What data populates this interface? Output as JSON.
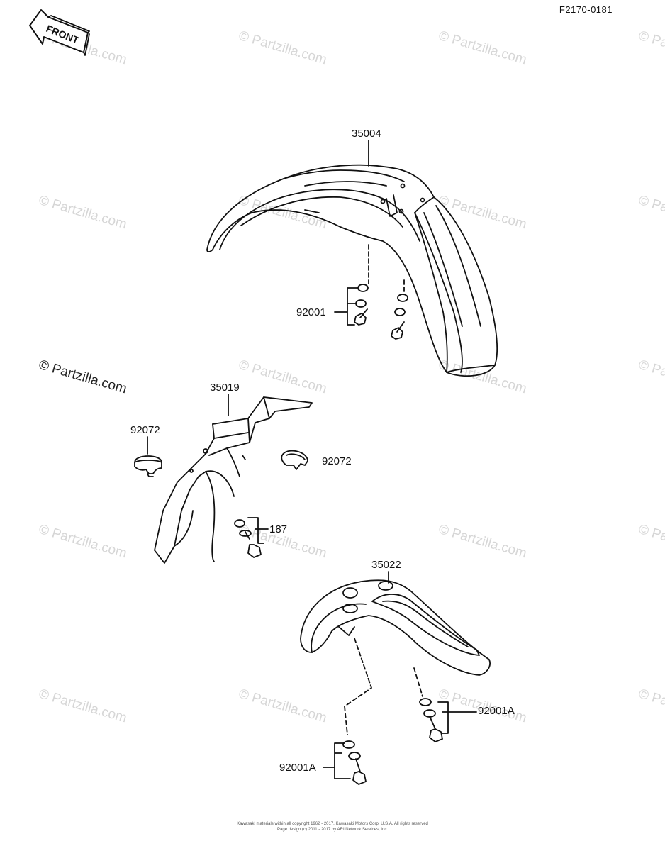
{
  "diagram_code": "F2170-0181",
  "front_badge": "FRONT",
  "parts": {
    "front_fender": "35004",
    "fender_bracket": "35019",
    "clamp_left": "92072",
    "clamp_right": "92072",
    "bolt_set_front": "92001",
    "bolt_set_bracket": "187",
    "rear_fender": "35022",
    "bolt_set_rear_right": "92001A",
    "bolt_set_rear_left": "92001A"
  },
  "watermark": "© Partzilla.com",
  "footer": {
    "line1": "Kawasaki materials within all copyright 1962 - 2017, Kawasaki Motors Corp. U.S.A. All rights reserved",
    "line2": "Page design (c) 2011 - 2017 by ARI Network Services, Inc."
  }
}
